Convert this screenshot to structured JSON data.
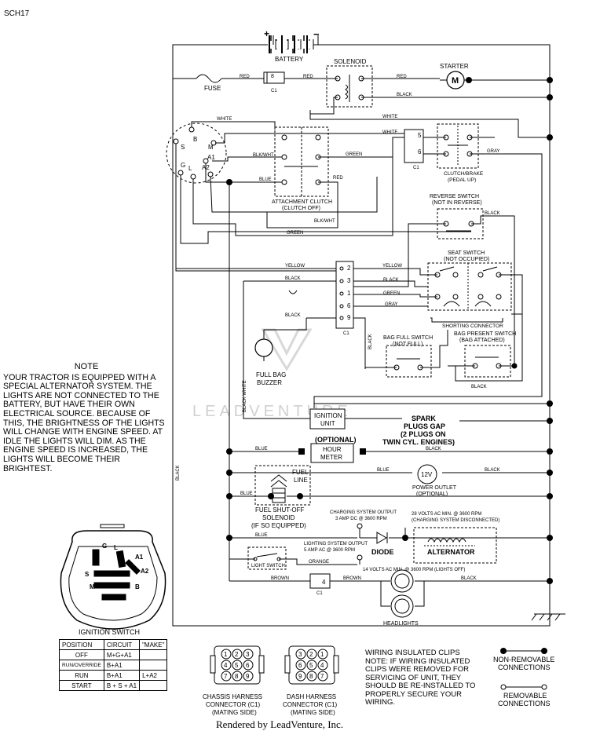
{
  "page_id": "SCH17",
  "footer": "Rendered by LeadVenture, Inc.",
  "watermark": "LEADVENTURE",
  "components": {
    "battery": "BATTERY",
    "battery_pos": "+",
    "battery_neg": "−",
    "solenoid": "SOLENOID",
    "starter": "STARTER",
    "starter_symbol": "M",
    "fuse": "FUSE",
    "attachment_clutch": "ATTACHMENT CLUTCH",
    "attachment_clutch_sub": "(CLUTCH OFF)",
    "clutch_brake": "CLUTCH/BRAKE",
    "clutch_brake_sub": "(PEDAL UP)",
    "reverse_switch": "REVERSE SWITCH",
    "reverse_switch_sub": "(NOT IN REVERSE)",
    "seat_switch": "SEAT SWITCH",
    "seat_switch_sub": "(NOT OCCUPIED)",
    "shorting_connector": "SHORTING CONNECTOR",
    "bag_full_switch": "BAG FULL SWITCH",
    "bag_full_switch_sub": "(NOT FULL)",
    "bag_present_switch": "BAG PRESENT SWITCH",
    "bag_present_switch_sub": "(BAG ATTACHED)",
    "full_bag_buzzer_1": "FULL BAG",
    "full_bag_buzzer_2": "BUZZER",
    "ignition_unit_1": "IGNITION",
    "ignition_unit_2": "UNIT",
    "spark_1": "SPARK",
    "spark_2": "PLUGS GAP",
    "spark_3": "(2 PLUGS ON",
    "spark_4": "TWIN CYL. ENGINES)",
    "optional": "(OPTIONAL)",
    "hour_meter_1": "HOUR",
    "hour_meter_2": "METER",
    "fuel_line_1": "FUEL",
    "fuel_line_2": "LINE",
    "fuel_solenoid_1": "FUEL SHUT-OFF",
    "fuel_solenoid_2": "SOLENOID",
    "fuel_solenoid_3": "(IF SO EQUIPPED)",
    "power_outlet": "POWER OUTLET",
    "power_outlet_sub": "(OPTIONAL)",
    "power_outlet_symbol": "12V",
    "charging_output_1": "CHARGING SYSTEM OUTPUT",
    "charging_output_2": "3 AMP DC @ 3600 RPM",
    "ac_28_1": "28 VOLTS AC MIN. @ 3600 RPM",
    "ac_28_2": "(CHARGING SYSTEM DISCONNECTED)",
    "lighting_output_1": "LIGHTING SYSTEM OUTPUT",
    "lighting_output_2": "5 AMP AC @ 3600 RPM",
    "diode": "DIODE",
    "alternator": "ALTERNATOR",
    "ac_14": "14 VOLTS AC MIN. @ 3600 RPM (LIGHTS OFF)",
    "light_switch": "LIGHT SWITCH",
    "headlights": "HEADLIGHTS",
    "ignition_switch_title": "IGNITION SWITCH",
    "chassis_conn_1": "CHASSIS HARNESS",
    "chassis_conn_2": "CONNECTOR (C1)",
    "chassis_conn_3": "(MATING SIDE)",
    "dash_conn_1": "DASH HARNESS",
    "dash_conn_2": "CONNECTOR (C1)",
    "dash_conn_3": "(MATING SIDE)",
    "non_removable_1": "NON-REMOVABLE",
    "non_removable_2": "CONNECTIONS",
    "removable_1": "REMOVABLE",
    "removable_2": "CONNECTIONS"
  },
  "wires": {
    "red": "RED",
    "black": "BLACK",
    "white": "WHITE",
    "green": "GREEN",
    "blue": "BLUE",
    "yellow": "YELLOW",
    "gray": "GRAY",
    "orange": "ORANGE",
    "brown": "BROWN",
    "blkwht": "BLK/WHT",
    "black_white": "BLACK WHITE"
  },
  "connectors": {
    "c1": "C1",
    "pins": [
      "8",
      "5",
      "6",
      "2",
      "3",
      "1",
      "6",
      "9",
      "4"
    ]
  },
  "ignition_terminals": [
    "S",
    "B",
    "M",
    "G",
    "A1",
    "L",
    "A2"
  ],
  "ignition_switch": {
    "headers": [
      "POSITION",
      "CIRCUIT",
      "\"MAKE\""
    ],
    "rows": [
      {
        "position": "OFF",
        "circuit": "M+G+A1",
        "make": ""
      },
      {
        "position": "RUN/OVERRIDE",
        "circuit": "B+A1",
        "make": ""
      },
      {
        "position": "RUN",
        "circuit": "B+A1",
        "make": "L+A2"
      },
      {
        "position": "START",
        "circuit": "B + S + A1",
        "make": ""
      }
    ],
    "face_labels": [
      "G",
      "L",
      "A1",
      "A2",
      "S",
      "M",
      "B"
    ]
  },
  "chassis_pins": [
    "1",
    "2",
    "3",
    "4",
    "5",
    "6",
    "7",
    "8",
    "9"
  ],
  "dash_pins": [
    "3",
    "2",
    "1",
    "6",
    "5",
    "4",
    "9",
    "8",
    "7"
  ],
  "note": {
    "title": "NOTE",
    "text": "YOUR TRACTOR IS EQUIPPED WITH A SPECIAL ALTERNATOR SYSTEM. THE LIGHTS ARE NOT CONNECTED TO THE BATTERY, BUT HAVE THEIR OWN ELECTRICAL SOURCE. BECAUSE OF THIS, THE BRIGHTNESS OF THE LIGHTS WILL CHANGE WITH ENGINE SPEED.  AT IDLE THE LIGHTS WILL DIM.  AS THE ENGINE SPEED IS INCREASED, THE LIGHTS WILL BECOME THEIR BRIGHTEST."
  },
  "wiring_note": [
    "WIRING INSULATED CLIPS",
    "NOTE: IF WIRING INSULATED",
    "CLIPS WERE REMOVED FOR",
    "SERVICING OF UNIT, THEY",
    "SHOULD BE RE-INSTALLED TO",
    "PROPERLY SECURE YOUR",
    "WIRING."
  ]
}
